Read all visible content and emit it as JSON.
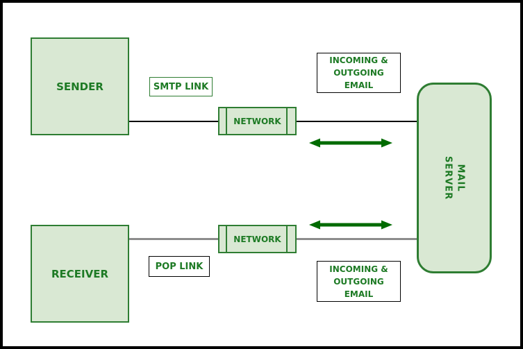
{
  "colors": {
    "box_fill": "#d9e8d3",
    "green_border": "#2e7d32",
    "green_text": "#1d7a24",
    "arrow": "#006b00",
    "black": "#000000",
    "gray_line": "#8c8c8c",
    "white": "#ffffff"
  },
  "nodes": {
    "sender": {
      "label": "SENDER"
    },
    "receiver": {
      "label": "RECEIVER"
    },
    "network_top": {
      "label": "NETWORK"
    },
    "network_bottom": {
      "label": "NETWORK"
    },
    "mail_server": {
      "label": "MAIL SERVER"
    }
  },
  "link_labels": {
    "smtp_link": "SMTP LINK",
    "pop_link": "POP LINK",
    "incoming_outgoing_top": "INCOMING & OUTGOING EMAIL",
    "incoming_outgoing_bottom": "INCOMING & OUTGOING EMAIL"
  },
  "icons": {
    "double_arrow_top": "double-headed-arrow",
    "double_arrow_bottom": "double-headed-arrow"
  }
}
